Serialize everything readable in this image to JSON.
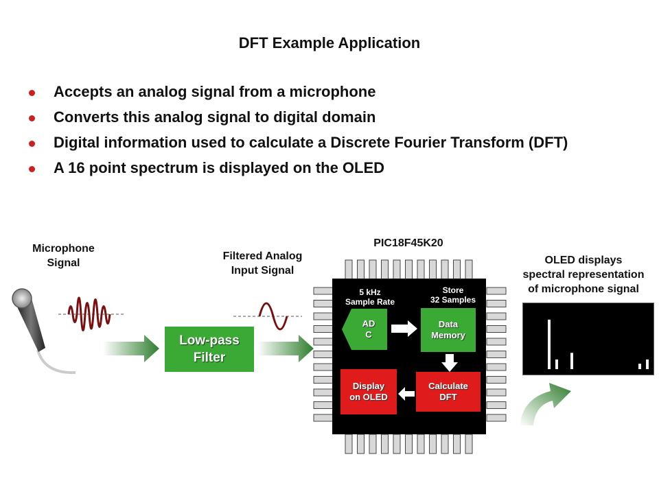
{
  "title": "DFT Example Application",
  "bullets": [
    "Accepts an analog signal from a microphone",
    "Converts this analog signal to digital domain",
    "Digital information used to calculate a Discrete Fourier Transform (DFT)",
    "A 16 point spectrum is displayed on the OLED"
  ],
  "diagram": {
    "microphone_label_line1": "Microphone",
    "microphone_label_line2": "Signal",
    "filtered_label_line1": "Filtered Analog",
    "filtered_label_line2": "Input Signal",
    "filter_line1": "Low-pass",
    "filter_line2": "Filter",
    "chip_name": "PIC18F45K20",
    "sample_rate_line1": "5 kHz",
    "sample_rate_line2": "Sample Rate",
    "store_line1": "Store",
    "store_line2": "32 Samples",
    "adc_line1": "AD",
    "adc_line2": "C",
    "data_memory_line1": "Data",
    "data_memory_line2": "Memory",
    "calc_line1": "Calculate",
    "calc_line2": "DFT",
    "display_line1": "Display",
    "display_line2": "on OLED",
    "oled_label_line1": "OLED displays",
    "oled_label_line2": "spectral representation",
    "oled_label_line3": "of microphone signal",
    "spectrum_levels": [
      0.82,
      0.16,
      0,
      0.27,
      0,
      0,
      0,
      0,
      0,
      0,
      0,
      0,
      0.09,
      0.16,
      0,
      0
    ],
    "colors": {
      "bullet": "#cc1f1f",
      "green_block": "#3aaa35",
      "red_block": "#e01b1b",
      "signal_wave": "#7a1010",
      "arrow_green": "#2e7d2e"
    }
  }
}
